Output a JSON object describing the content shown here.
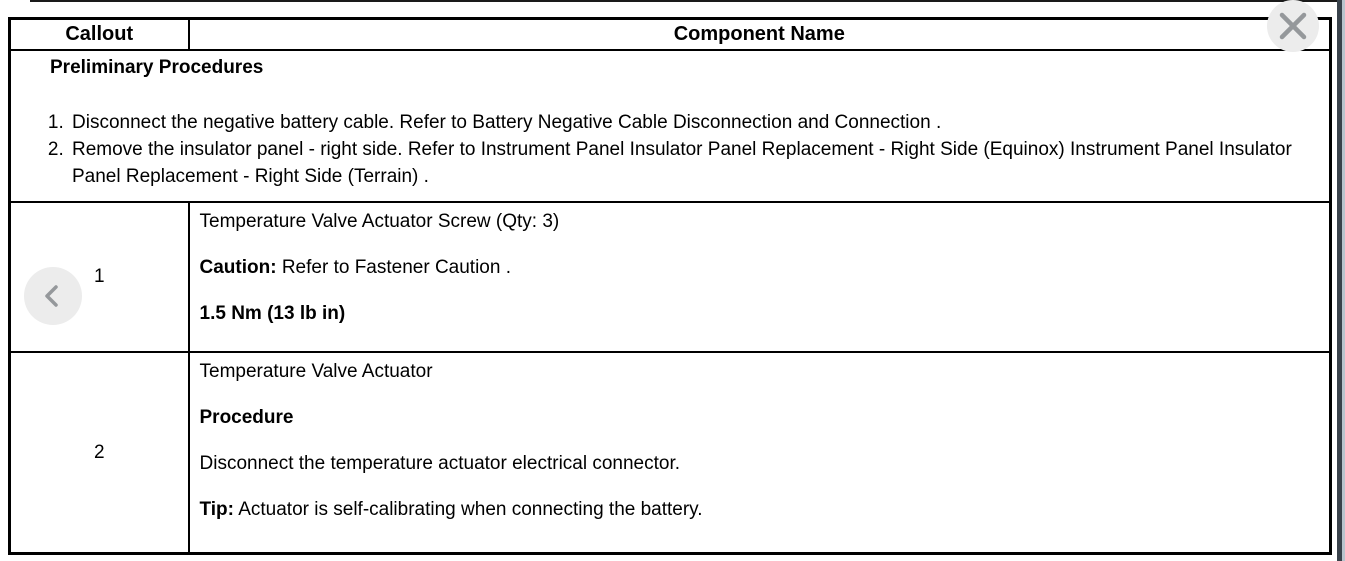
{
  "table": {
    "headers": {
      "callout": "Callout",
      "component": "Component Name"
    },
    "preliminary": {
      "title": "Preliminary Procedures",
      "steps": [
        "Disconnect the negative battery cable. Refer to Battery Negative Cable Disconnection and Connection .",
        "Remove the insulator panel - right side. Refer to Instrument Panel Insulator Panel Replacement - Right Side (Equinox) Instrument Panel Insulator Panel Replacement - Right Side (Terrain) ."
      ]
    },
    "rows": [
      {
        "callout": "1",
        "lines": [
          {
            "bold": "",
            "text": "Temperature Valve Actuator Screw (Qty: 3)"
          },
          {
            "bold": "Caution:",
            "text": " Refer to Fastener Caution ."
          },
          {
            "bold": "1.5 Nm (13 lb in)",
            "text": ""
          }
        ]
      },
      {
        "callout": "2",
        "lines": [
          {
            "bold": "",
            "text": "Temperature Valve Actuator"
          },
          {
            "bold": "Procedure",
            "text": ""
          },
          {
            "bold": "",
            "text": "Disconnect the temperature actuator electrical connector."
          },
          {
            "bold": "Tip:",
            "text": " Actuator is self-calibrating when connecting the battery."
          }
        ]
      }
    ]
  },
  "nav": {
    "close_icon": "close-x",
    "prev_icon": "chevron-left"
  },
  "colors": {
    "border": "#000000",
    "button_bg": "#ececec",
    "button_glyph": "#95989b",
    "right_edge_dark": "#39424b",
    "right_edge_light": "#b8c4cd"
  }
}
